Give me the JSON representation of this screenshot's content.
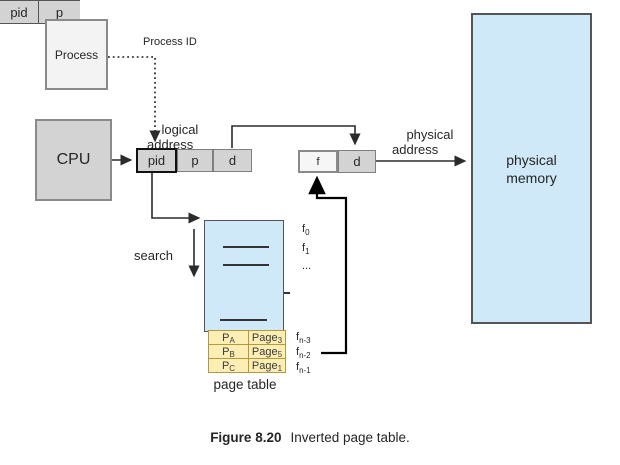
{
  "figure": {
    "caption_label": "Figure 8.20",
    "caption_text": "Inverted page table."
  },
  "boxes": {
    "process": "Process",
    "cpu": "CPU",
    "physical_memory": {
      "line1": "physical",
      "line2": "memory"
    }
  },
  "labels": {
    "process_id": "Process ID",
    "logical_address": {
      "line1": "logical",
      "line2": "address"
    },
    "physical_address": {
      "line1": "physical",
      "line2": "address"
    },
    "search": "search",
    "page_table": "page table"
  },
  "logical_address_register": {
    "pid": "pid",
    "p": "p",
    "d": "d"
  },
  "physical_address_register": {
    "f": "f",
    "d": "d"
  },
  "page_table": {
    "header": {
      "pid": "pid",
      "p": "p"
    },
    "rows": [
      {
        "process": "P",
        "process_sub": "A",
        "page": "Page",
        "page_sub": "3"
      },
      {
        "process": "P",
        "process_sub": "B",
        "page": "Page",
        "page_sub": "5"
      },
      {
        "process": "P",
        "process_sub": "C",
        "page": "Page",
        "page_sub": "1"
      }
    ]
  },
  "frame_column": {
    "top": [
      {
        "base": "f",
        "sub": "0"
      },
      {
        "base": "f",
        "sub": "1"
      }
    ],
    "ellipsis": "...",
    "bottom": [
      {
        "base": "f",
        "sub": "n-3"
      },
      {
        "base": "f",
        "sub": "n-2"
      },
      {
        "base": "f",
        "sub": "n-1"
      }
    ]
  },
  "colors": {
    "memory_fill": "#cfe9f8",
    "register_fill": "#d3d3d3",
    "process_fill": "#f3f3f3",
    "table_entry_fill": "#fdeeb4",
    "table_entry_border": "#b3983e",
    "line": "#2b2b2b"
  }
}
